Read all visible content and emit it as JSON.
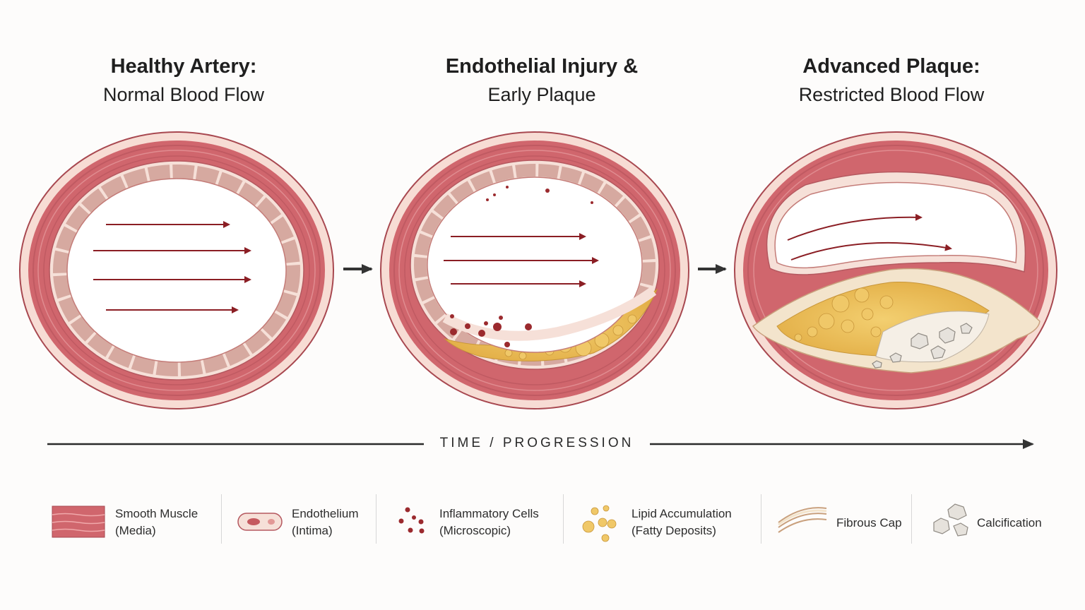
{
  "stages": [
    {
      "title_line1": "Healthy Artery:",
      "title_line2": "Normal Blood Flow"
    },
    {
      "title_line1": "Endothelial Injury &",
      "title_line2": "Early Plaque"
    },
    {
      "title_line1": "Advanced Plaque:",
      "title_line2": "Restricted Blood Flow"
    }
  ],
  "timeline_label": "TIME / PROGRESSION",
  "legend": [
    {
      "line1": "Smooth Muscle",
      "line2": "(Media)",
      "icon": "smooth-muscle-swatch-icon"
    },
    {
      "line1": "Endothelium",
      "line2": "(Intima)",
      "icon": "endothelial-cell-icon"
    },
    {
      "line1": "Inflammatory Cells",
      "line2": "(Microscopic)",
      "icon": "inflammatory-dots-icon"
    },
    {
      "line1": "Lipid Accumulation",
      "line2": "(Fatty Deposits)",
      "icon": "lipid-droplets-icon"
    },
    {
      "line1": "Fibrous Cap",
      "line2": "",
      "icon": "fibrous-cap-icon"
    },
    {
      "line1": "Calcification",
      "line2": "",
      "icon": "calcification-icon"
    }
  ],
  "colors": {
    "media": "#d0666d",
    "media_dark": "#b84f58",
    "adventitia": "#f7dcd4",
    "endothelium": "#f6e0d8",
    "blood_arrow": "#8b1e24",
    "lipid": "#eec25d",
    "fibrous_cap": "#f3e4cc",
    "calcification": "#e6e2dc",
    "arrow_dark": "#333333"
  }
}
